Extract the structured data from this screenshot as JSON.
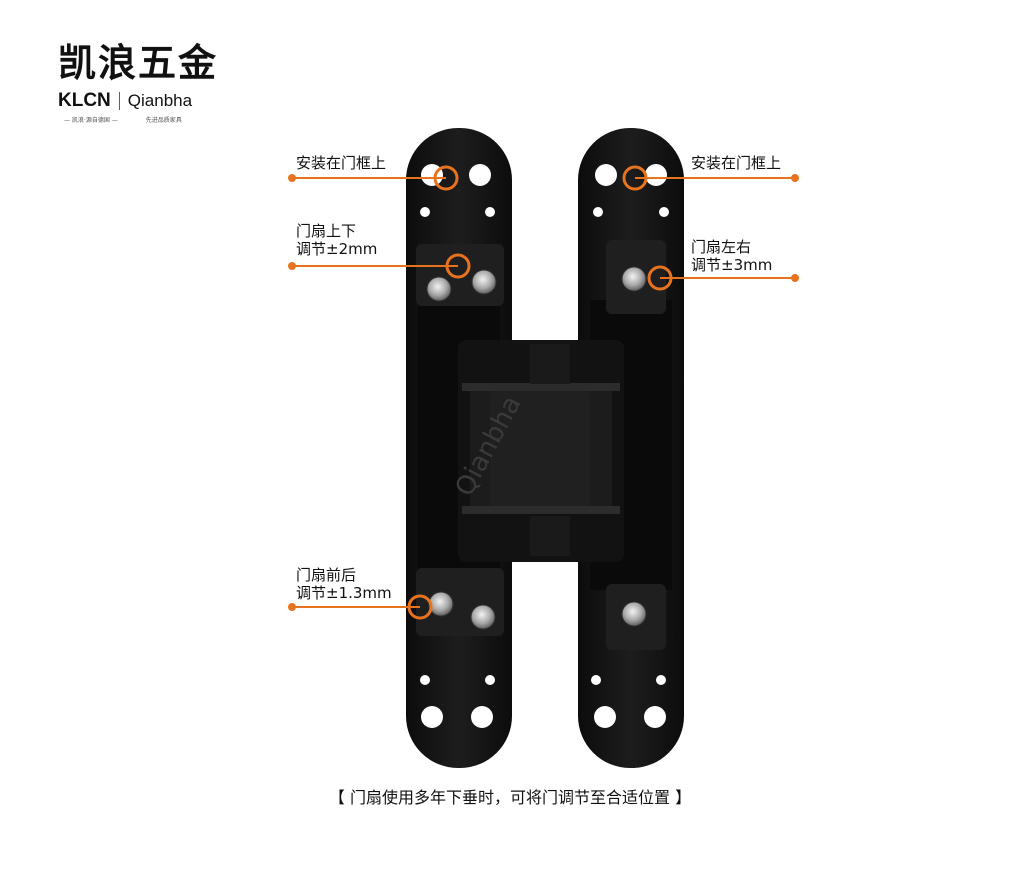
{
  "brand": {
    "name_cn": "凯浪五金",
    "klcn": "KLCN",
    "qianbha": "Qianbha",
    "sub_left": "— 凯浪·源自德国 —",
    "sub_right": "先进品质家具"
  },
  "watermark": "Qianbha",
  "labels": {
    "top_left": "安装在门框上",
    "top_right": "安装在门框上",
    "updown_line1": "门扇上下",
    "updown_line2": "调节±2mm",
    "leftright_line1": "门扇左右",
    "leftright_line2": "调节±3mm",
    "frontback_line1": "门扇前后",
    "frontback_line2": "调节±1.3mm"
  },
  "caption": "【 门扇使用多年下垂时，可将门调节至合适位置 】",
  "colors": {
    "accent": "#e8731e",
    "hinge": "#151515"
  }
}
